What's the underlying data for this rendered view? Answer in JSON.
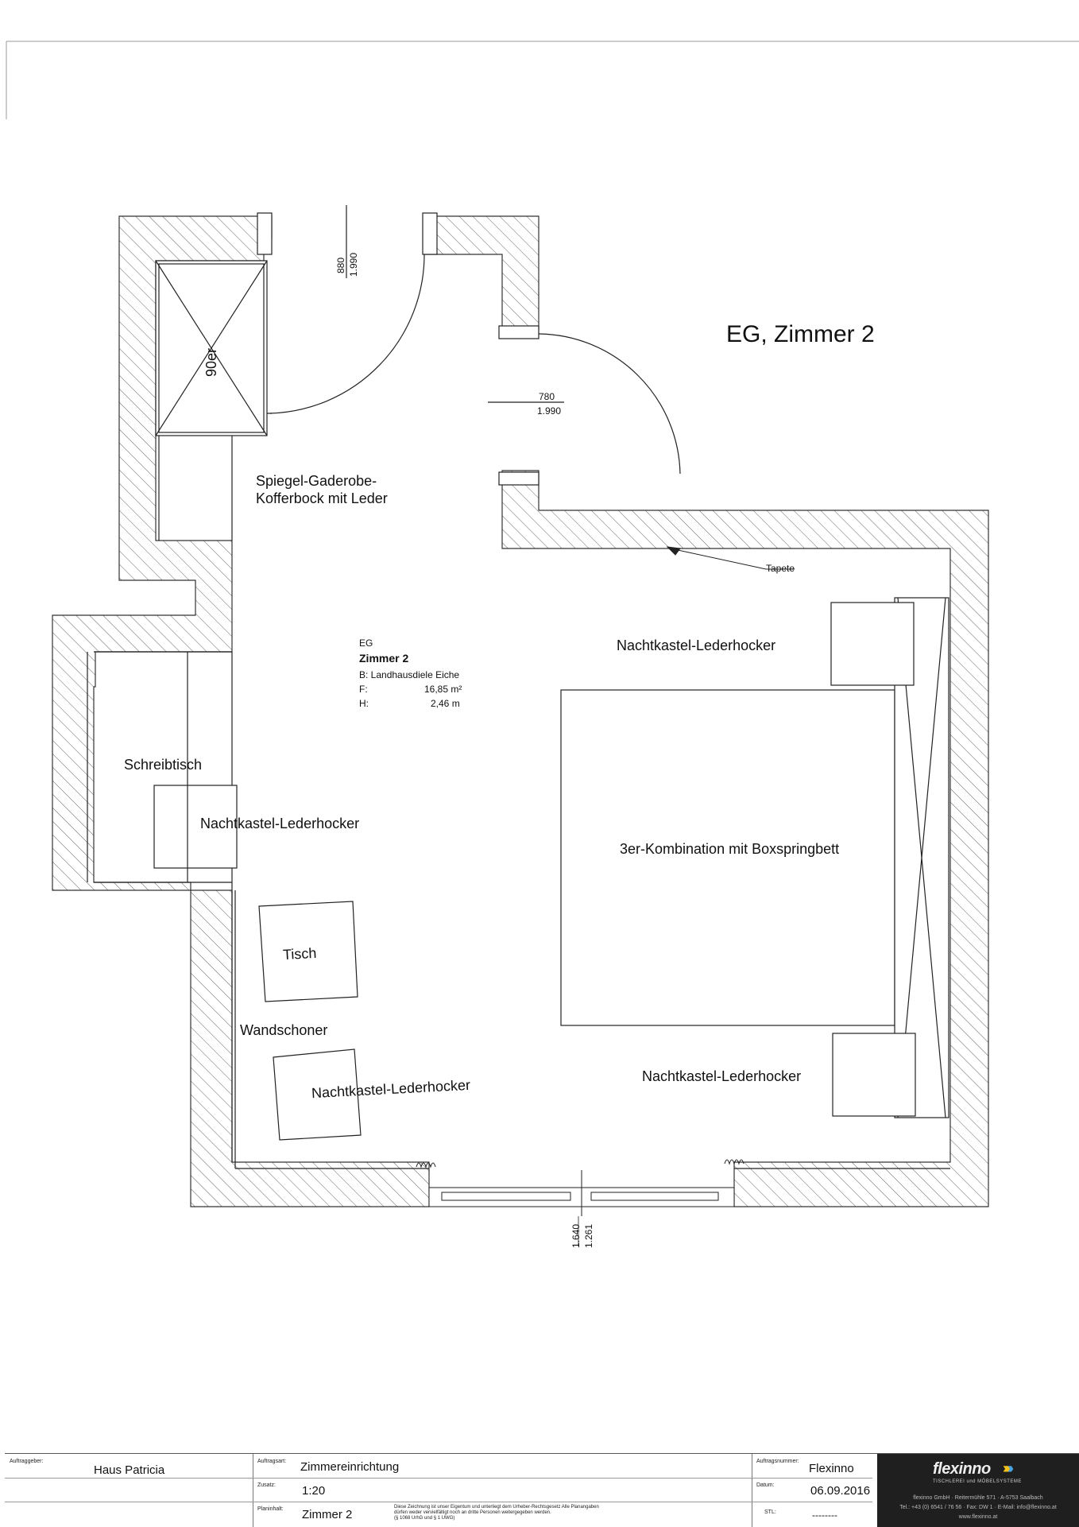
{
  "plan": {
    "heading": "EG, Zimmer 2",
    "room_info": {
      "floor": "EG",
      "room": "Zimmer 2",
      "floor_label": "B: Landhausdiele Eiche",
      "area_label": "F:",
      "area_value": "16,85 m²",
      "height_label": "H:",
      "height_value": "2,46 m"
    },
    "labels": {
      "wardrobe_size": "90er",
      "wardrobe": "Spiegel-Gaderobe-\nKofferbock mit Leder",
      "tapete": "Tapete",
      "desk": "Schreibtisch",
      "stool_desk": "Nachtkastel-Lederhocker",
      "stool_top_right": "Nachtkastel-Lederhocker",
      "bed": "3er-Kombination mit Boxspringbett",
      "table": "Tisch",
      "wall_guard": "Wandschoner",
      "stool_bottom_left": "Nachtkastel-Lederhocker",
      "stool_bottom_right": "Nachtkastel-Lederhocker"
    },
    "dimensions": {
      "door_top_a": "880",
      "door_top_b": "1.990",
      "door_right_a": "780",
      "door_right_b": "1.990",
      "window_a": "1.640",
      "window_b": "1.261"
    }
  },
  "title_block": {
    "client_label": "Auftraggeber:",
    "client": "Haus Patricia",
    "order_type_label": "Auftragsart:",
    "order_type": "Zimmereinrichtung",
    "addition_label": "Zusatz:",
    "scale": "1:20",
    "plan_content_label": "Planinhalt:",
    "plan_content": "Zimmer 2",
    "disclaimer": "Diese Zeichnung ist unser Eigentum und unterliegt dem Urheber-Rechtsgesetz Alle Planangaben\ndürfen weder vervielfältigt noch an dritte Personen weitergegeben werden.\n(§ 1068 UrhG und § 1 UWG)",
    "order_number_label": "Auftragsnummer:",
    "order_number": "Flexinno",
    "date_label": "Datum:",
    "date": "06.09.2016",
    "stl_label": "STL:",
    "stl": "--------",
    "brand_name": "flexinno",
    "brand_sub": "TISCHLEREI und MÖBELSYSTEME",
    "address_1": "flexinno GmbH · Reitermühle 571 · A-5753 Saalbach",
    "address_2": "Tel.: +43 (0) 6541 / 76 56 · Fax: DW 1 · E-Mail: info@flexinno.at",
    "website": "www.flexinno.at"
  },
  "colors": {
    "line": "#222222",
    "hatch": "#555555",
    "brand_bg": "#1f1f1f"
  }
}
